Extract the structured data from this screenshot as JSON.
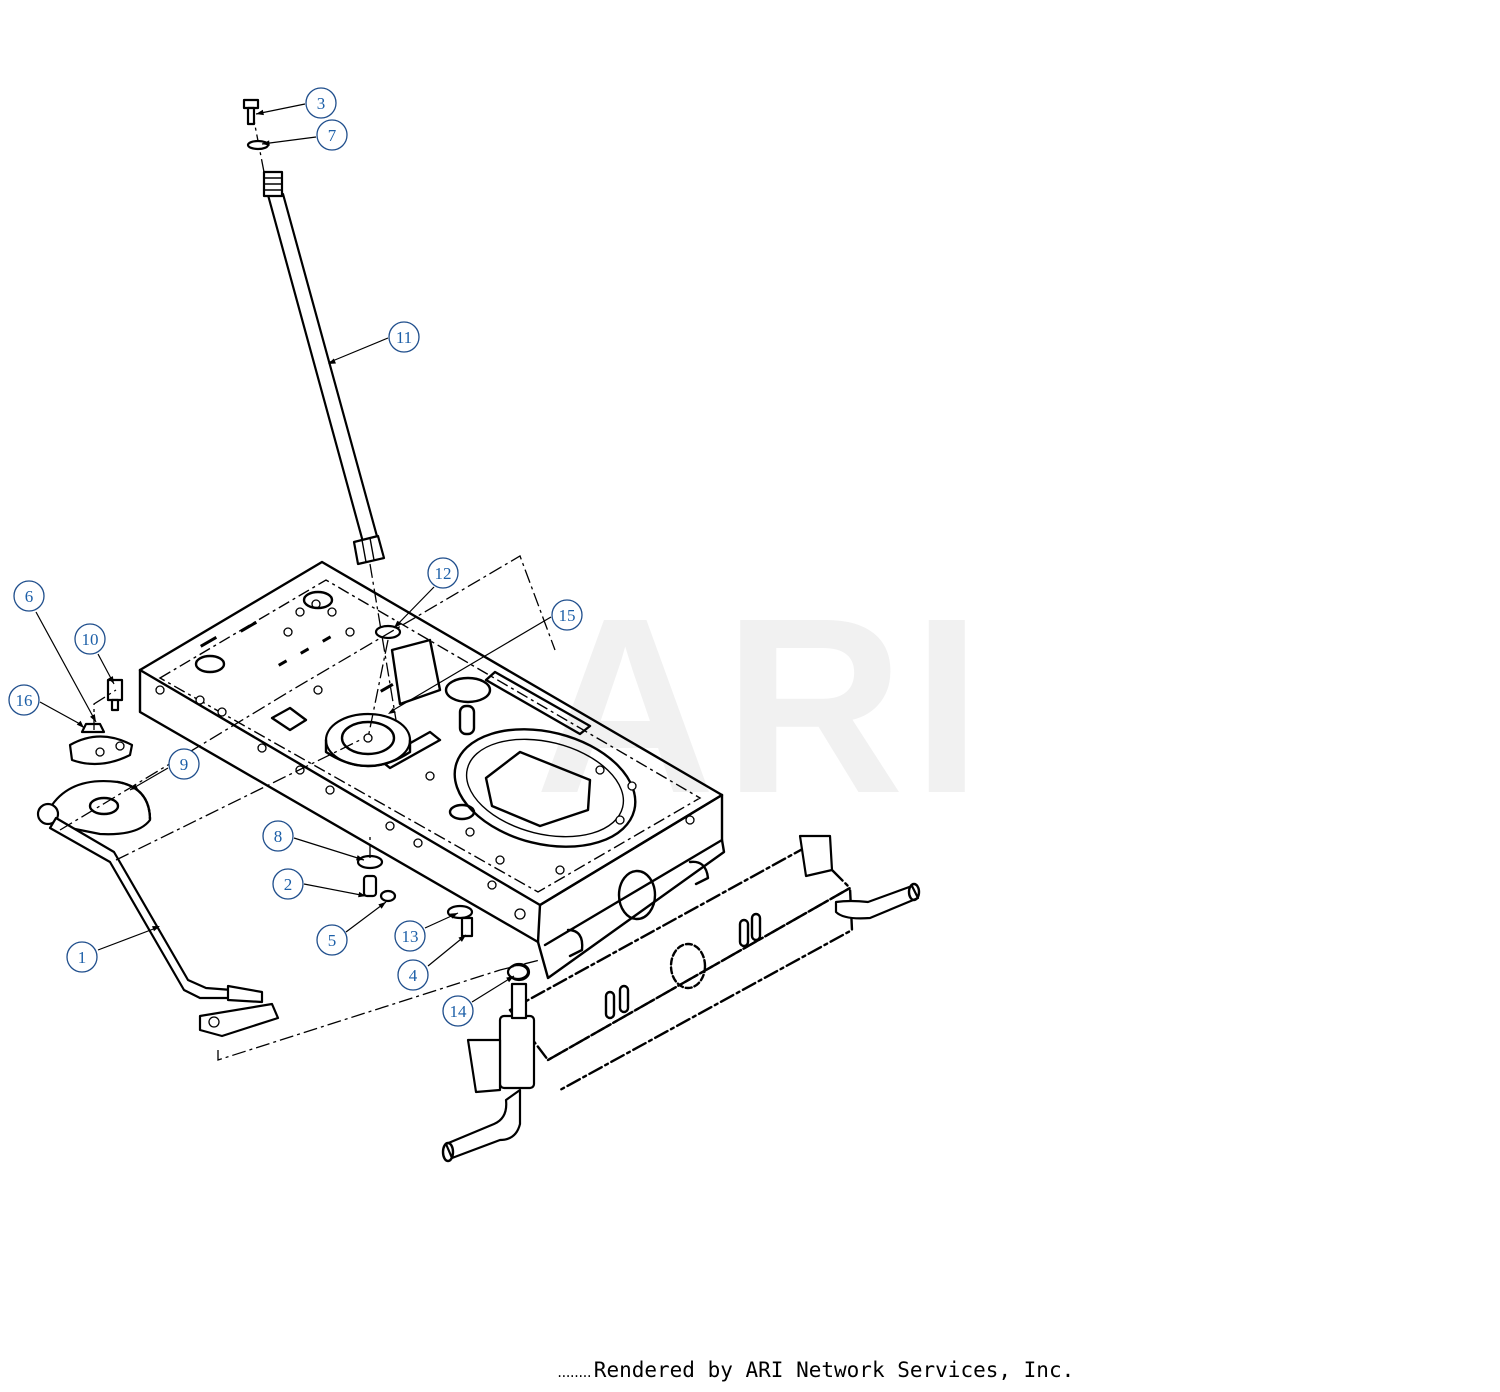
{
  "watermark": {
    "text": "ARI"
  },
  "credit": {
    "leader": "........",
    "text": "Rendered by ARI Network Services, Inc."
  },
  "callouts": [
    {
      "label": "1",
      "part": "drag-link"
    },
    {
      "label": "2",
      "part": "shoulder-bolt"
    },
    {
      "label": "3",
      "part": "hex-bolt"
    },
    {
      "label": "4",
      "part": "hex-bolt-lower"
    },
    {
      "label": "5",
      "part": "lock-nut-lower"
    },
    {
      "label": "6",
      "part": "hex-nut"
    },
    {
      "label": "7",
      "part": "lock-washer"
    },
    {
      "label": "8",
      "part": "flat-washer"
    },
    {
      "label": "9",
      "part": "sector-gear"
    },
    {
      "label": "10",
      "part": "shoulder-screw"
    },
    {
      "label": "11",
      "part": "steering-shaft"
    },
    {
      "label": "12",
      "part": "bushing"
    },
    {
      "label": "13",
      "part": "flange-bushing"
    },
    {
      "label": "14",
      "part": "spindle-bushing"
    },
    {
      "label": "15",
      "part": "pinion-gear-plate"
    },
    {
      "label": "16",
      "part": "bracket-plate"
    }
  ],
  "colors": {
    "callout_text": "#1c5fa8",
    "callout_ring": "#1f4e8c",
    "linework": "#000000",
    "watermark": "#f1f1f1"
  }
}
